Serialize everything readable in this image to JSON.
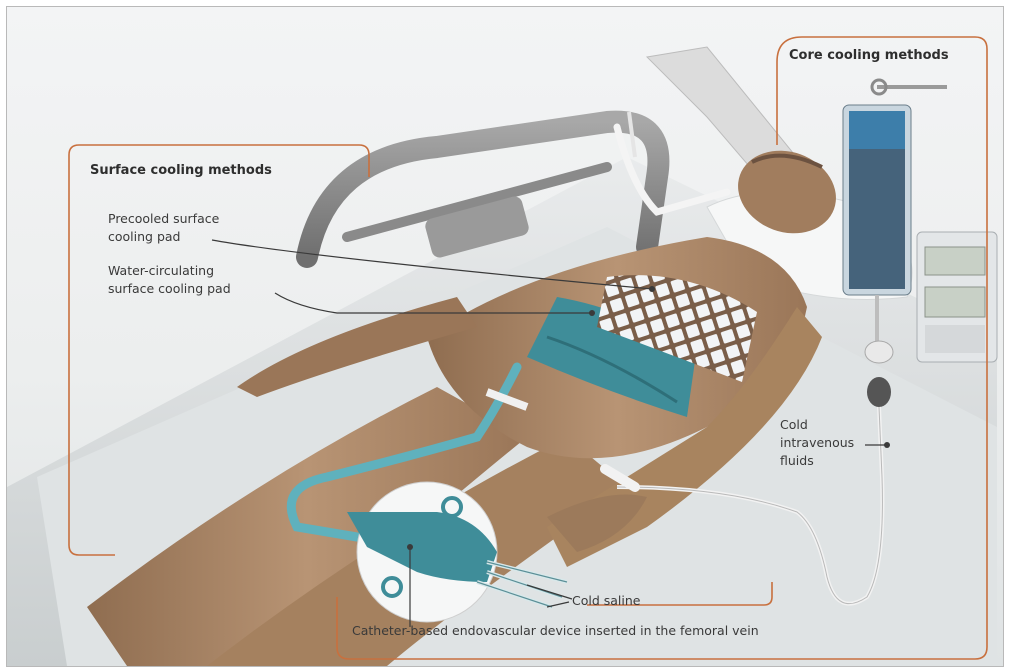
{
  "surface_panel": {
    "title": "Surface cooling methods",
    "labels": {
      "precooled_line1": "Precooled surface",
      "precooled_line2": "cooling pad",
      "water_line1": "Water-circulating",
      "water_line2": "surface cooling pad"
    }
  },
  "core_panel": {
    "title": "Core cooling methods",
    "labels": {
      "cold_line1": "Cold",
      "cold_line2": "intravenous",
      "cold_line3": "fluids",
      "cold_saline": "Cold saline",
      "catheter": "Catheter-based endovascular device inserted in the femoral vein"
    }
  },
  "colors": {
    "panel_border": "#c8703e",
    "skin": "#b48f6c",
    "cooling_pad": "#3f8d99",
    "catheter": "#5fb1bd",
    "bed": "#8e8e8e",
    "iv_bag": "#2e4f6a"
  },
  "icons": [
    "iv-bag-icon",
    "monitor-icon",
    "endotracheal-tube-icon",
    "catheter-device-icon"
  ]
}
